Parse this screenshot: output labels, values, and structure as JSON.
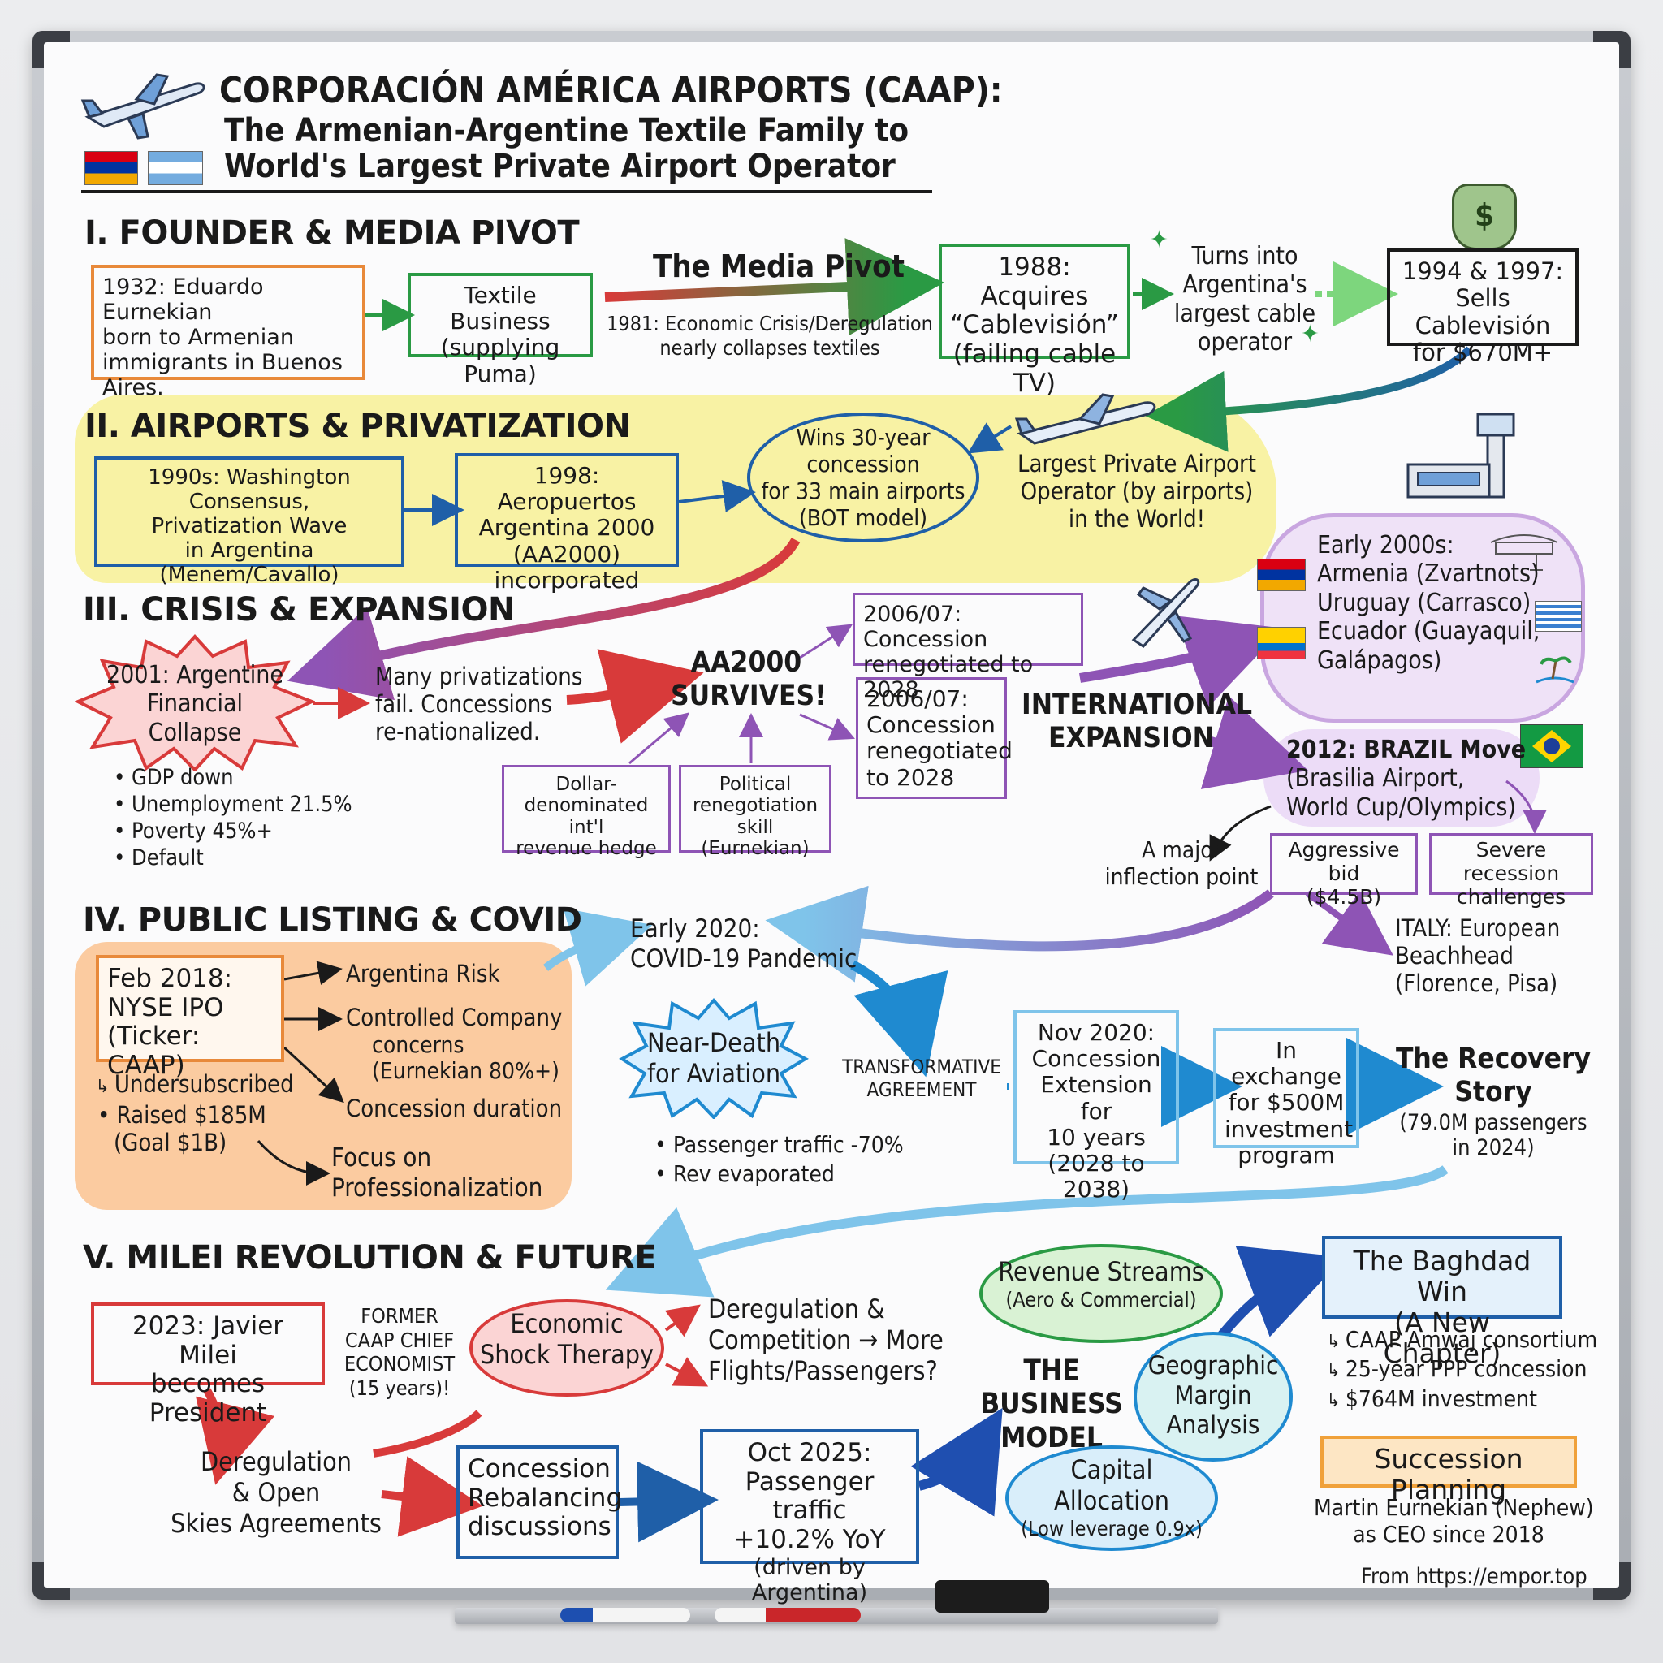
{
  "title": {
    "line1": "CORPORACIÓN AMÉRICA AIRPORTS (CAAP):",
    "line2": "The Armenian-Argentine Textile Family to",
    "line3": "World's Largest Private Airport Operator"
  },
  "section1": {
    "heading": "I. FOUNDER & MEDIA PIVOT",
    "founder_lines": [
      "1932: Eduardo Eurnekian",
      "born to Armenian",
      "immigrants in Buenos",
      "Aires."
    ],
    "textile_lines": [
      "Textile Business",
      "(supplying Puma)"
    ],
    "pivot_label": "The Media Pivot",
    "crisis_lines": [
      "1981: Economic Crisis/Deregulation",
      "nearly collapses textiles"
    ],
    "cable_lines": [
      "1988: Acquires",
      "“Cablevisión”",
      "(failing cable TV)"
    ],
    "largest_lines": [
      "Turns into",
      "Argentina's",
      "largest cable",
      "operator"
    ],
    "sale_lines": [
      "1994 & 1997:",
      "Sells Cablevisión",
      "for $670M+"
    ],
    "money_symbol": "$"
  },
  "section2": {
    "heading": "II. AIRPORTS & PRIVATIZATION",
    "wave_lines": [
      "1990s: Washington Consensus,",
      "Privatization Wave",
      "in Argentina",
      "(Menem/Cavallo)"
    ],
    "aa2000_lines": [
      "1998: Aeropuertos",
      "Argentina 2000",
      "(AA2000)",
      "incorporated"
    ],
    "concession_lines": [
      "Wins 30-year",
      "concession",
      "for 33 main airports",
      "(BOT model)"
    ],
    "operator_lines": [
      "Largest Private Airport",
      "Operator (by airports)",
      "in the World!"
    ]
  },
  "section3": {
    "heading": "III. CRISIS & EXPANSION",
    "collapse_lines": [
      "2001: Argentine",
      "Financial",
      "Collapse"
    ],
    "impacts": [
      "GDP down",
      "Unemployment 21.5%",
      "Poverty 45%+",
      "Default"
    ],
    "fail_lines": [
      "Many privatizations",
      "fail. Concessions",
      "re-nationalized."
    ],
    "survives_lines": [
      "AA2000",
      "SURVIVES!"
    ],
    "hedge_lines": [
      "Dollar-",
      "denominated int'l",
      "revenue hedge"
    ],
    "political_lines": [
      "Political",
      "renegotiation",
      "skill (Eurnekian)"
    ],
    "reneg_top_lines": [
      "2006/07: Concession",
      "renegotiated to 2028"
    ],
    "reneg_box_lines": [
      "2006/07:",
      "Concession",
      "renegotiated",
      "to 2028"
    ],
    "intl_lines": [
      "INTERNATIONAL",
      "EXPANSION"
    ],
    "early_lines": [
      "Early 2000s:",
      "Armenia (Zvartnots)",
      "Uruguay (Carrasco)",
      "Ecuador (Guayaquil,",
      "Galápagos)"
    ],
    "brazil_lines": [
      "2012: BRAZIL Move",
      "(Brasilia Airport,",
      "World Cup/Olympics)"
    ],
    "inflection_lines": [
      "A major",
      "inflection point"
    ],
    "bid_lines": [
      "Aggressive bid",
      "($4.5B)"
    ],
    "recession_lines": [
      "Severe recession",
      "challenges"
    ],
    "italy_lines": [
      "ITALY: European",
      "Beachhead",
      "(Florence, Pisa)"
    ]
  },
  "section4": {
    "heading": "IV. PUBLIC LISTING & COVID",
    "ipo_lines": [
      "Feb 2018:",
      "NYSE IPO",
      "(Ticker: CAAP)"
    ],
    "risks": [
      "Argentina Risk",
      "Controlled Company",
      "concerns",
      "(Eurnekian 80%+)",
      "Concession duration"
    ],
    "undersubscribed": "Undersubscribed",
    "raised_lines": [
      "• Raised $185M",
      "(Goal $1B)"
    ],
    "focus_lines": [
      "Focus on",
      "Professionalization"
    ],
    "covid_lines": [
      "Early 2020:",
      "COVID-19 Pandemic"
    ],
    "near_death_lines": [
      "Near-Death",
      "for Aviation"
    ],
    "covid_impacts": [
      "Passenger traffic -70%",
      "Rev evaporated"
    ],
    "transform_lines": [
      "TRANSFORMATIVE",
      "AGREEMENT"
    ],
    "extension_lines": [
      "Nov 2020:",
      "Concession",
      "Extension for",
      "10 years",
      "(2028 to 2038)"
    ],
    "exchange_lines": [
      "In exchange",
      "for $500M",
      "investment",
      "program"
    ],
    "recovery_lines": [
      "The Recovery",
      "Story",
      "(79.0M passengers",
      "in 2024)"
    ]
  },
  "section5": {
    "heading": "V. MILEI REVOLUTION & FUTURE",
    "milei_lines": [
      "2023: Javier Milei",
      "becomes President"
    ],
    "economist_lines": [
      "FORMER",
      "CAAP CHIEF",
      "ECONOMIST",
      "(15 years)!"
    ],
    "shock_lines": [
      "Economic",
      "Shock Therapy"
    ],
    "dereg_comp_lines": [
      "Deregulation &",
      "Competition → More",
      "Flights/Passengers?"
    ],
    "open_skies_lines": [
      "Deregulation",
      "& Open",
      "Skies Agreements"
    ],
    "rebalancing_lines": [
      "Concession",
      "Rebalancing",
      "discussions"
    ],
    "oct_lines": [
      "Oct 2025:",
      "Passenger traffic",
      "+10.2% YoY",
      "(driven by Argentina)"
    ],
    "revenue_lines": [
      "Revenue Streams",
      "(Aero & Commercial)"
    ],
    "business_lines": [
      "THE",
      "BUSINESS",
      "MODEL"
    ],
    "geo_lines": [
      "Geographic",
      "Margin",
      "Analysis"
    ],
    "capital_lines": [
      "Capital",
      "Allocation",
      "(Low leverage 0.9x)"
    ],
    "baghdad_lines": [
      "The Baghdad Win",
      "(A New Chapter)"
    ],
    "baghdad_points": [
      "CAAP Amwaj consortium",
      "25-year PPP concession",
      "$764M investment"
    ],
    "succession_title": "Succession Planning",
    "succession_lines": [
      "Martin Eurnekian (Nephew)",
      "as CEO since 2018"
    ]
  },
  "footer": "From https://empor.top",
  "colors": {
    "orange": "#e8893a",
    "green": "#2a9a44",
    "blue": "#1f5fa8",
    "purple": "#8e54b5",
    "red": "#d83a3a",
    "lightblue": "#7fc4ea",
    "yellow": "#f7f19a",
    "peach": "#fbc596",
    "gold": "#f0a13a"
  }
}
